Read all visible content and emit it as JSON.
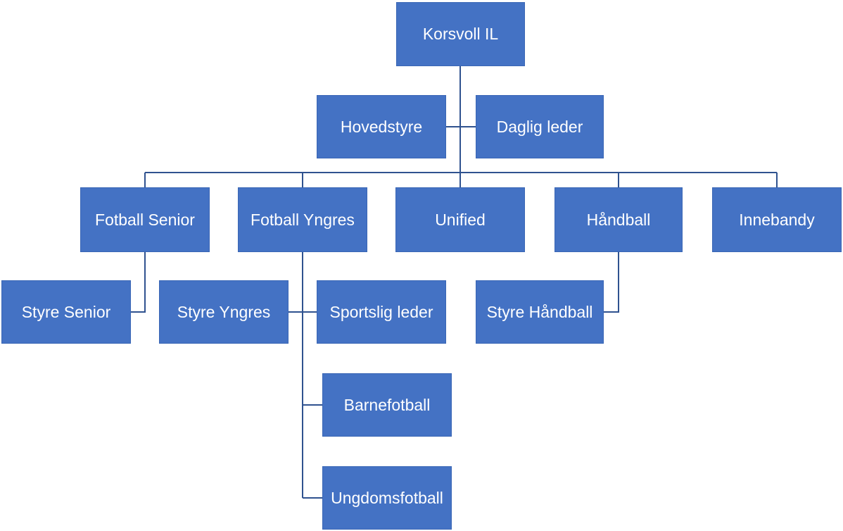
{
  "colors": {
    "box_fill": "#4472c4",
    "box_text": "#ffffff",
    "connector": "#2f528f"
  },
  "nodes": {
    "root": "Korsvoll IL",
    "hovedstyre": "Hovedstyre",
    "daglig_leder": "Daglig leder",
    "fotball_senior": "Fotball Senior",
    "fotball_yngres": "Fotball Yngres",
    "unified": "Unified",
    "handball": "Håndball",
    "innebandy": "Innebandy",
    "styre_senior": "Styre Senior",
    "styre_yngres": "Styre Yngres",
    "sportslig_leder": "Sportslig leder",
    "styre_handball": "Styre Håndball",
    "barnefotball": "Barnefotball",
    "ungdomsfotball": "Ungdomsfotball"
  }
}
